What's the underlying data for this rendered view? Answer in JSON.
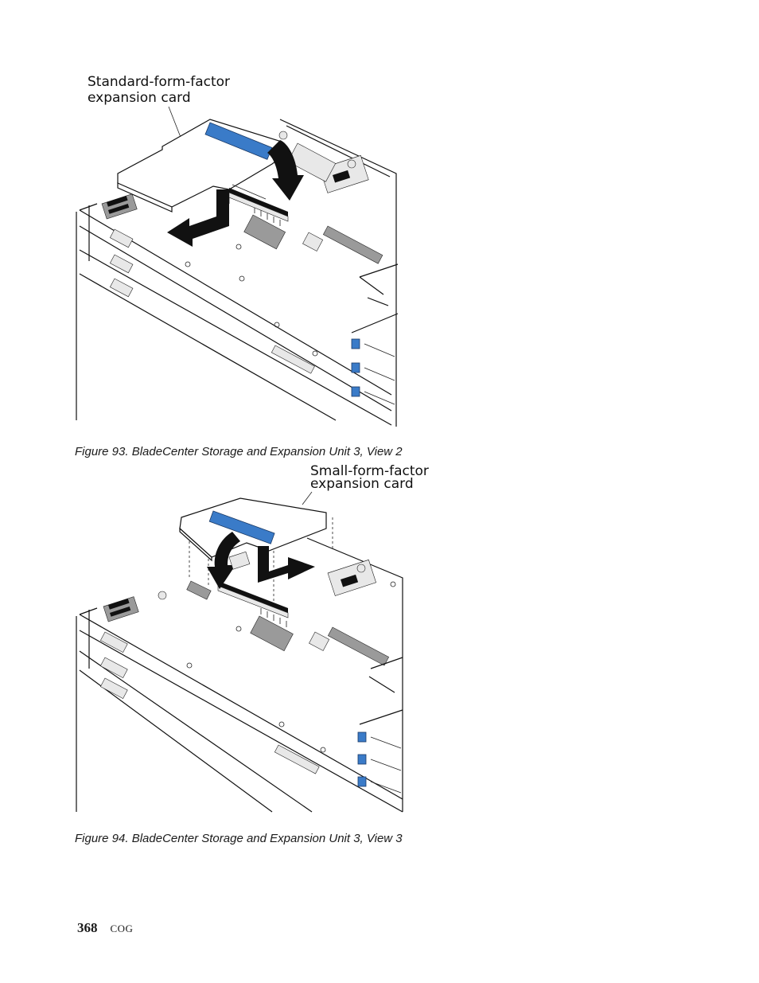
{
  "figures": [
    {
      "callout": [
        "Standard-form-factor",
        "expansion card"
      ],
      "caption": "Figure 93. BladeCenter Storage and Expansion Unit 3, View 2"
    },
    {
      "callout": [
        "Small-form-factor",
        "expansion card"
      ],
      "caption": "Figure 94. BladeCenter Storage and Expansion Unit 3, View 3"
    }
  ],
  "footer": {
    "page_number": "368",
    "doc_code": "COG"
  }
}
